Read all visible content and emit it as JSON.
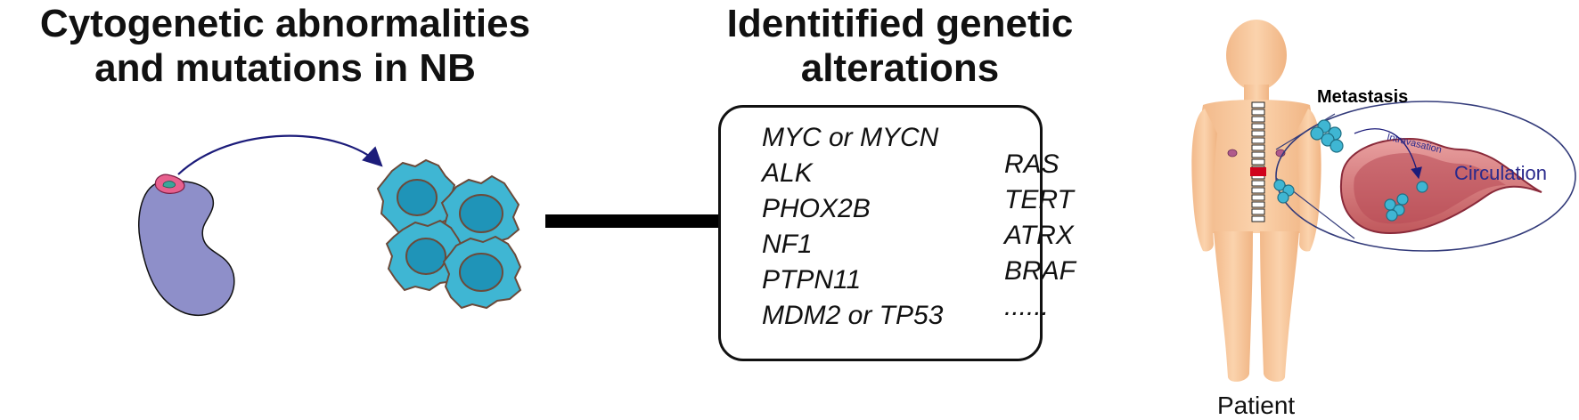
{
  "left_panel": {
    "title_line1": "Cytogenetic abnormalities",
    "title_line2": "and mutations in NB"
  },
  "middle_panel": {
    "title_line1": "Identitified genetic",
    "title_line2": "alterations",
    "genes_col1": [
      "MYC or MYCN",
      "ALK",
      "PHOX2B",
      "NF1",
      "PTPN11",
      "MDM2 or TP53"
    ],
    "genes_col2": [
      "RAS",
      "TERT",
      "ATRX",
      "BRAF",
      "......"
    ]
  },
  "right_panel": {
    "patient_label": "Patient",
    "metastasis_label": "Metastasis",
    "intravasation_label": "Intravasation",
    "circulation_label": "Circulation"
  },
  "colors": {
    "kidney": "#8e8fc9",
    "tumor_cell": "#3fb6d3",
    "nucleus": "#1f94b8",
    "arrow": "#1c1c7a",
    "skin": "#f8c99d",
    "vessel": "#d67a7a"
  }
}
